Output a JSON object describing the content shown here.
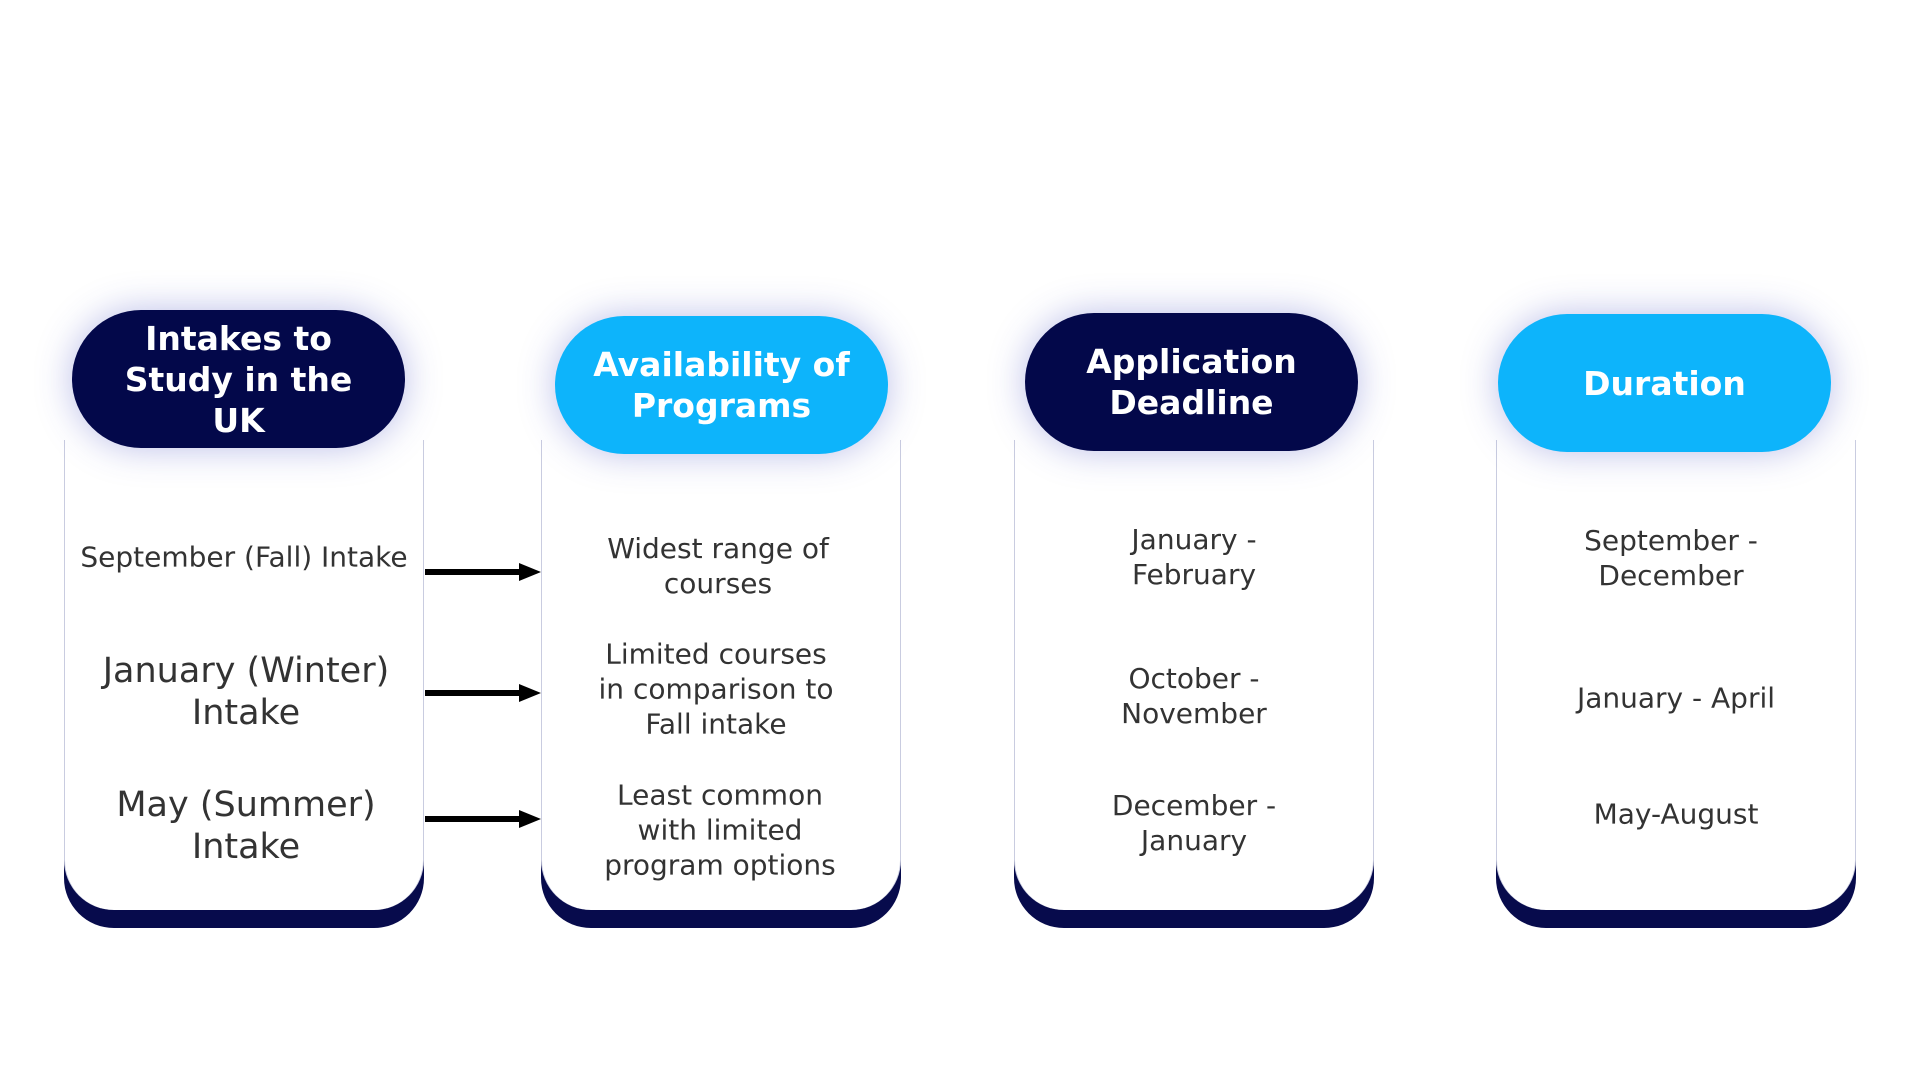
{
  "colors": {
    "navy": "#03084a",
    "cyan": "#0db4fb",
    "text": "#333333"
  },
  "columns": [
    {
      "header": "Intakes to Study in the UK",
      "items": [
        "September (Fall) Intake",
        "January (Winter) Intake",
        "May (Summer) Intake"
      ]
    },
    {
      "header": "Availability of Programs",
      "items": [
        "Widest range of courses",
        "Limited courses in comparison to Fall intake",
        "Least common with limited program options"
      ]
    },
    {
      "header": "Application Deadline",
      "items": [
        "January - February",
        "October - November",
        "December - January"
      ]
    },
    {
      "header": "Duration",
      "items": [
        "September - December",
        "January - April",
        "May-August"
      ]
    }
  ]
}
